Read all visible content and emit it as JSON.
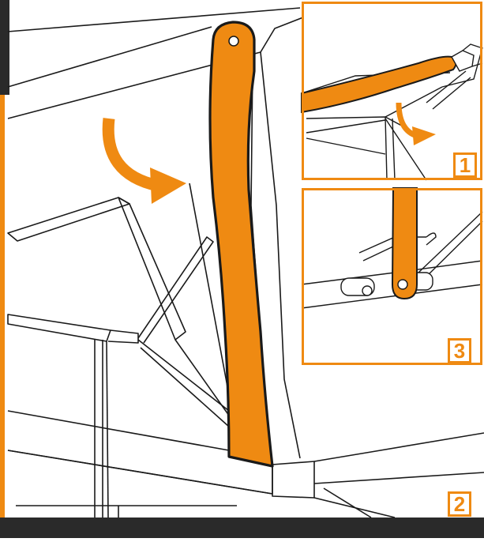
{
  "steps": {
    "inset_top": "1",
    "inset_middle": "3",
    "main": "2"
  },
  "colors": {
    "accent": "#ef8a12",
    "line": "#1a1a1a",
    "dark_bar": "#2a2a2a",
    "background": "#ffffff"
  },
  "icons": {
    "rotate_arrow": "curved-arrow-icon",
    "small_arrow": "curved-arrow-icon"
  }
}
